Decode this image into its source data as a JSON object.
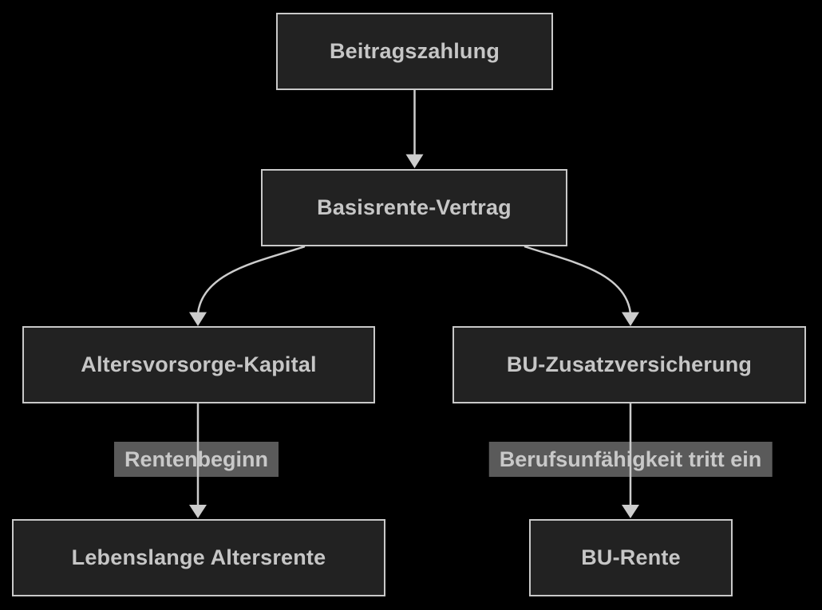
{
  "diagram": {
    "nodes": [
      {
        "id": "beitragszahlung",
        "label": "Beitragszahlung"
      },
      {
        "id": "basisrente_vertrag",
        "label": "Basisrente-Vertrag"
      },
      {
        "id": "altersvorsorge_kapital",
        "label": "Altersvorsorge-Kapital"
      },
      {
        "id": "bu_zusatzversicherung",
        "label": "BU-Zusatzversicherung"
      },
      {
        "id": "lebenslange_altersrente",
        "label": "Lebenslange Altersrente"
      },
      {
        "id": "bu_rente",
        "label": "BU-Rente"
      }
    ],
    "edges": [
      {
        "from": "beitragszahlung",
        "to": "basisrente_vertrag",
        "label": ""
      },
      {
        "from": "basisrente_vertrag",
        "to": "altersvorsorge_kapital",
        "label": ""
      },
      {
        "from": "basisrente_vertrag",
        "to": "bu_zusatzversicherung",
        "label": ""
      },
      {
        "from": "altersvorsorge_kapital",
        "to": "lebenslange_altersrente",
        "label": "Rentenbeginn"
      },
      {
        "from": "bu_zusatzversicherung",
        "to": "bu_rente",
        "label": "Berufsunfähigkeit tritt ein"
      }
    ],
    "colors": {
      "background": "#000000",
      "node_fill": "#222222",
      "node_border": "#c9c9c9",
      "node_text": "#c6c6c6",
      "edge_label_background": "#5a5a5a",
      "edge_label_text": "#c9c9c9",
      "arrow": "#cccccc"
    }
  }
}
